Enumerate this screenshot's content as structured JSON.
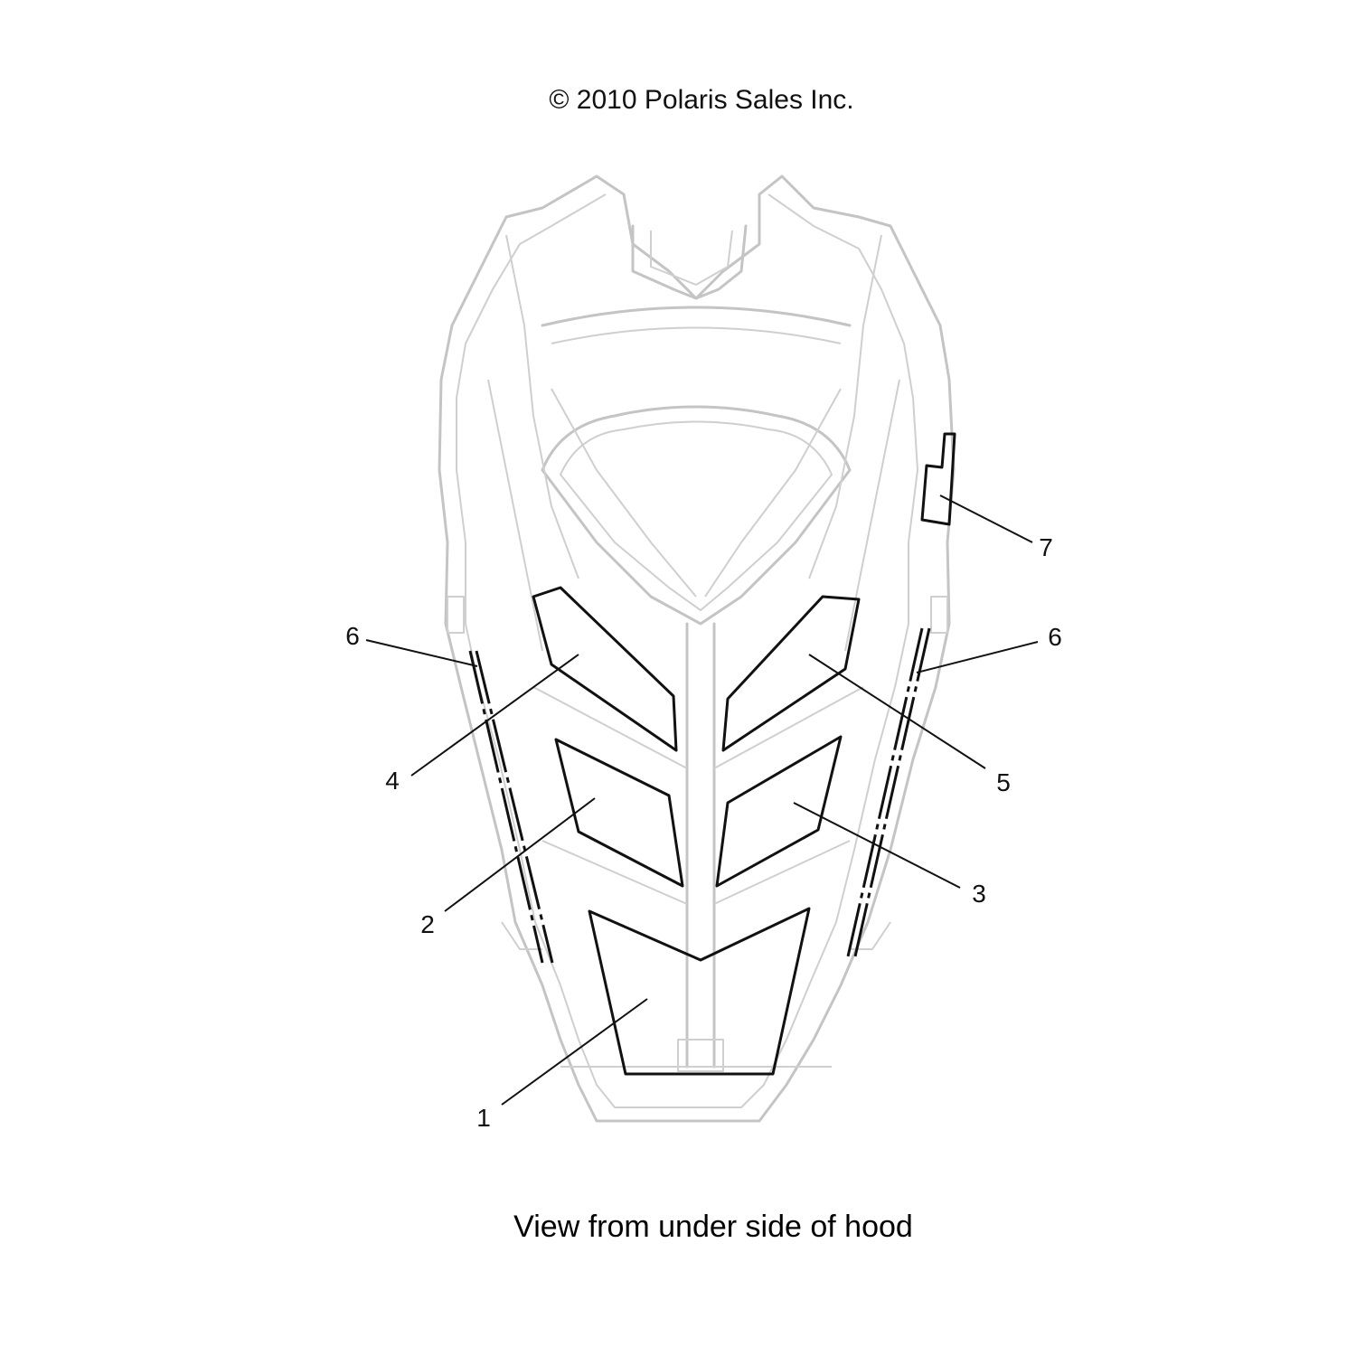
{
  "copyright": "© 2010 Polaris Sales Inc.",
  "caption": "View from under side of hood",
  "callouts": [
    {
      "id": "1",
      "label": "1"
    },
    {
      "id": "2",
      "label": "2"
    },
    {
      "id": "3",
      "label": "3"
    },
    {
      "id": "4",
      "label": "4"
    },
    {
      "id": "5",
      "label": "5"
    },
    {
      "id": "6L",
      "label": "6"
    },
    {
      "id": "6R",
      "label": "6"
    },
    {
      "id": "7",
      "label": "7"
    }
  ],
  "colors": {
    "outline": "#c4c4c4",
    "decal": "#111111",
    "text": "#111111"
  }
}
